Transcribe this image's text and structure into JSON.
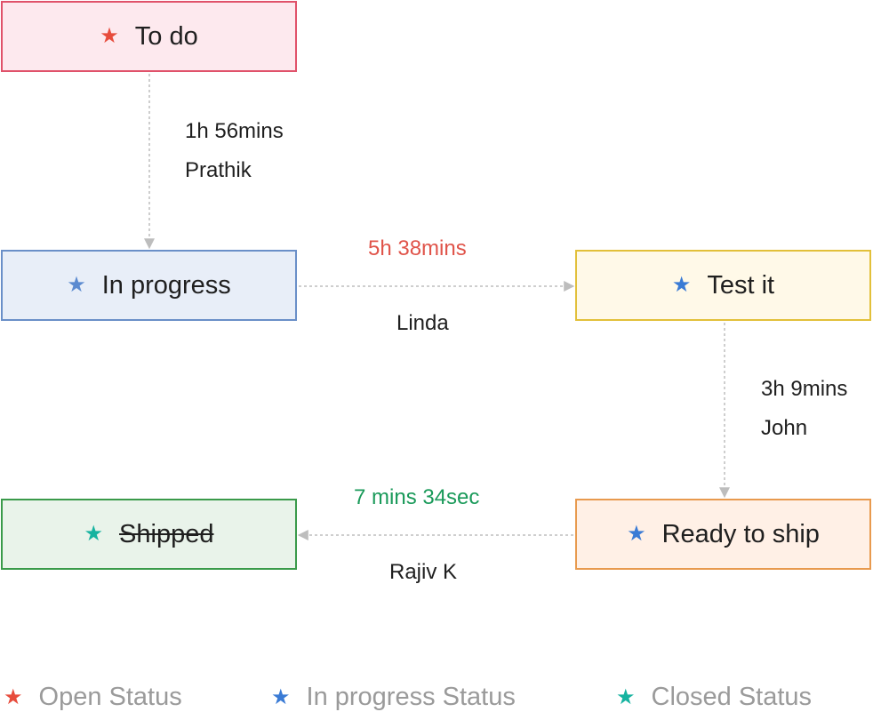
{
  "colors": {
    "open_star": "#e74c3c",
    "in_progress_star": "#3a7bd5",
    "closed_star": "#16b3a0",
    "connector": "#bdbdbd"
  },
  "nodes": {
    "todo": {
      "label": "To do",
      "star_icon": "star-icon"
    },
    "in_progress": {
      "label": "In progress",
      "star_icon": "star-icon"
    },
    "test_it": {
      "label": "Test it",
      "star_icon": "star-icon"
    },
    "ready_to_ship": {
      "label": "Ready to ship",
      "star_icon": "star-icon"
    },
    "shipped": {
      "label": "Shipped",
      "star_icon": "star-icon"
    }
  },
  "transitions": {
    "todo_to_in_progress": {
      "duration": "1h 56mins",
      "assignee": "Prathik"
    },
    "in_progress_to_test_it": {
      "duration": "5h 38mins",
      "assignee": "Linda"
    },
    "test_it_to_ready": {
      "duration": "3h 9mins",
      "assignee": "John"
    },
    "ready_to_shipped": {
      "duration": "7 mins 34sec",
      "assignee": "Rajiv K"
    }
  },
  "legend": {
    "open": "Open Status",
    "in_progress": "In progress Status",
    "closed": "Closed Status"
  }
}
